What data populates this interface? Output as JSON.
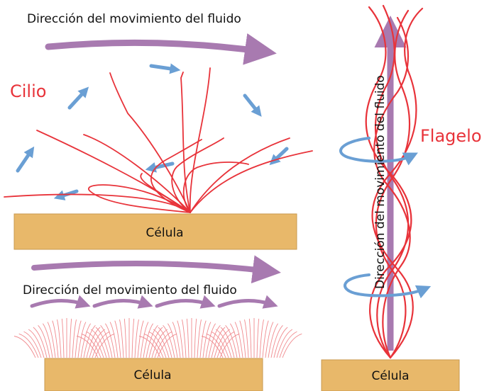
{
  "labels": {
    "fluid_direction_top": "Dirección del movimiento del fluido",
    "fluid_direction_bottom": "Dirección del movimiento del fluido",
    "fluid_direction_vertical": "Dirección del movimiento del fluido",
    "cilio": "Cilio",
    "flagelo": "Flagelo",
    "cell_top": "Célula",
    "cell_bottom": "Célula",
    "cell_right": "Célula"
  },
  "colors": {
    "cell_fill": "#e8b86a",
    "cell_stroke": "#c89a50",
    "cilium_red": "#e8333a",
    "cilium_light": "#f08a8e",
    "flow_purple": "#a87ab0",
    "motion_blue": "#6a9fd4",
    "label_red": "#e8333a",
    "text_black": "#111111"
  },
  "icons": {
    "fluid_arrow": "purple-arrow-icon",
    "motion_arrow": "blue-arrow-icon",
    "rotation_arrow": "rotation-arrow-icon"
  }
}
